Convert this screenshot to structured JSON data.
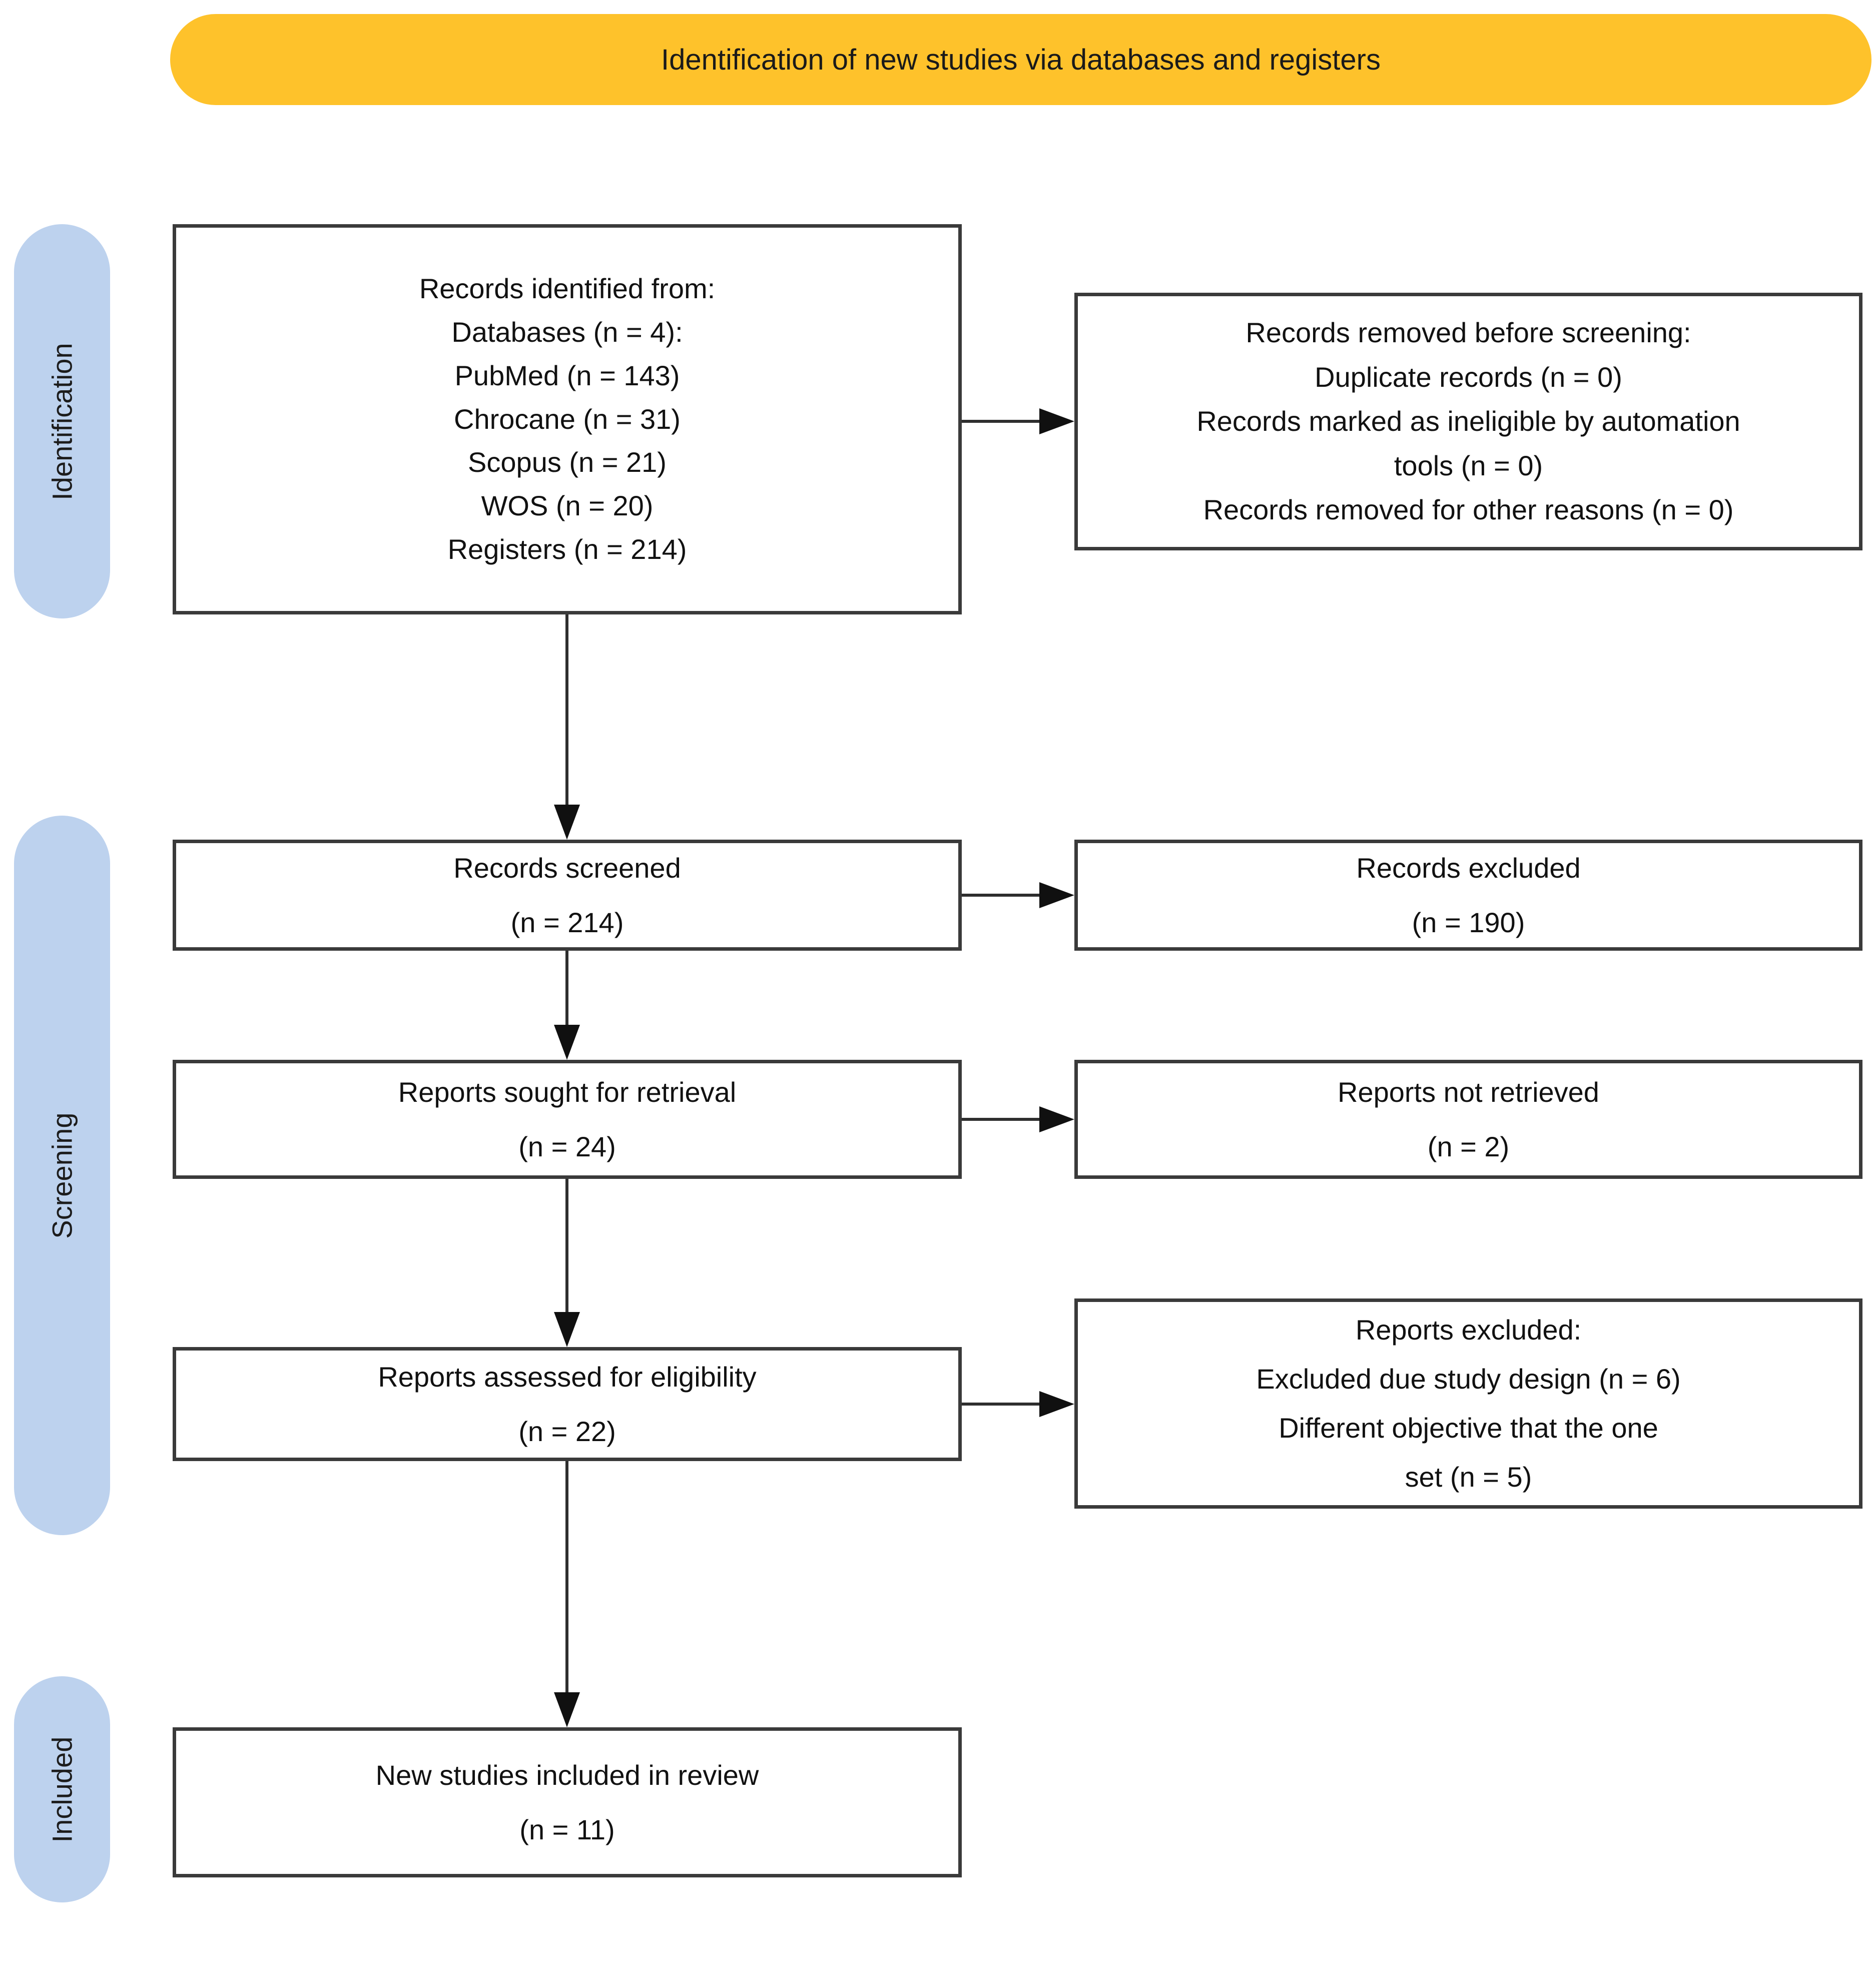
{
  "title": "Identification of new studies via databases and registers",
  "colors": {
    "banner_bg": "#FEC22B",
    "stage_pill_bg": "#BDD2EE",
    "box_border": "#3A3A3A",
    "arrow": "#101010"
  },
  "stages": {
    "identification": "Identification",
    "screening": "Screening",
    "included": "Included"
  },
  "boxes": {
    "identified": {
      "lines": [
        "Records identified from:",
        "Databases (n = 4):",
        "PubMed (n = 143)",
        "Chrocane (n = 31)",
        "Scopus (n = 21)",
        "WOS (n = 20)",
        "Registers (n = 214)"
      ]
    },
    "removed": {
      "lines": [
        "Records removed before screening:",
        "Duplicate records (n = 0)",
        "Records marked as ineligible by automation",
        "tools (n = 0)",
        "Records removed for other reasons (n = 0)"
      ]
    },
    "screened": {
      "lines": [
        "Records screened",
        "(n = 214)"
      ]
    },
    "excluded": {
      "lines": [
        "Records excluded",
        "(n = 190)"
      ]
    },
    "sought": {
      "lines": [
        "Reports sought for retrieval",
        "(n = 24)"
      ]
    },
    "not_retrieved": {
      "lines": [
        "Reports not retrieved",
        "(n = 2)"
      ]
    },
    "assessed": {
      "lines": [
        "Reports assessed for eligibility",
        "(n = 22)"
      ]
    },
    "reports_excluded": {
      "lines": [
        "Reports excluded:",
        "Excluded due study design (n = 6)",
        "Different objective that the one",
        "set (n = 5)"
      ]
    },
    "included_review": {
      "lines": [
        "New studies included in review",
        "(n = 11)"
      ]
    }
  }
}
